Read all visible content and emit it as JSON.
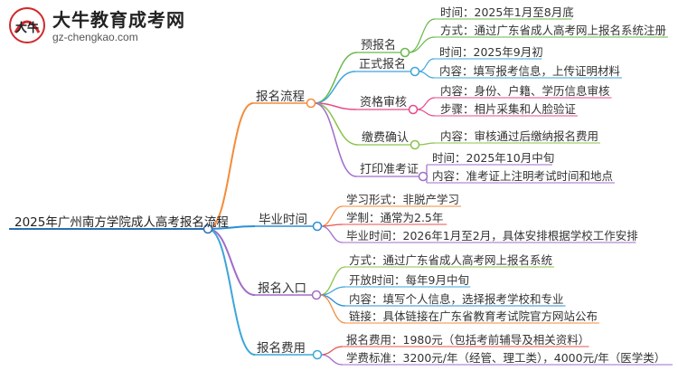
{
  "logo": {
    "name": "大牛教育成考网",
    "url": "gz-chengkao.com",
    "emblem_text": "大牛"
  },
  "root": {
    "label": "2025年广州南方学院成人高考报名流程"
  },
  "branches": [
    {
      "label": "报名流程",
      "color": "#f28c3c",
      "children": [
        {
          "label": "预报名",
          "color": "#67b94a",
          "leaves": [
            "时间：2025年1月至8月底",
            "方式：通过广东省成人高考网上报名系统注册"
          ]
        },
        {
          "label": "正式报名",
          "color": "#3da5d9",
          "leaves": [
            "时间：2025年9月初",
            "内容：填写报考信息，上传证明材料"
          ]
        },
        {
          "label": "资格审核",
          "color": "#e84a8a",
          "leaves": [
            "内容：身份、户籍、学历信息审核",
            "步骤：相片采集和人脸验证"
          ]
        },
        {
          "label": "缴费确认",
          "color": "#8bc34a",
          "leaves": [
            "内容：审核通过后缴纳报名费用"
          ]
        },
        {
          "label": "打印准考证",
          "color": "#a06cc9",
          "leaves": [
            "时间：2025年10月中旬",
            "内容：准考证上注明考试时间和地点"
          ]
        }
      ]
    },
    {
      "label": "毕业时间",
      "color": "#2a8fd6",
      "children": [
        {
          "label": "学习形式：非脱产学习",
          "color": "#f28c3c"
        },
        {
          "label": "学制：通常为2.5年",
          "color": "#e8534a"
        },
        {
          "label": "毕业时间：2026年1月至2月，具体安排根据学校工作安排",
          "color": "#a06cc9"
        }
      ]
    },
    {
      "label": "报名入口",
      "color": "#a06cc9",
      "children": [
        {
          "label": "方式：通过广东省成人高考网上报名系统",
          "color": "#8bc34a"
        },
        {
          "label": "开放时间：每年9月中旬",
          "color": "#3da5d9"
        },
        {
          "label": "内容：填写个人信息，选择报考学校和专业",
          "color": "#2a8fd6"
        },
        {
          "label": "链接：具体链接在广东省教育考试院官方网站公布",
          "color": "#f28c3c"
        }
      ]
    },
    {
      "label": "报名费用",
      "color": "#3da5d9",
      "children": [
        {
          "label": "报名费用：1980元（包括考前辅导及相关资料）",
          "color": "#e8534a"
        },
        {
          "label": "学费标准：3200元/年（经管、理工类），4000元/年（医学类）",
          "color": "#a06cc9"
        }
      ]
    }
  ],
  "root_color": "#2a6fb0"
}
